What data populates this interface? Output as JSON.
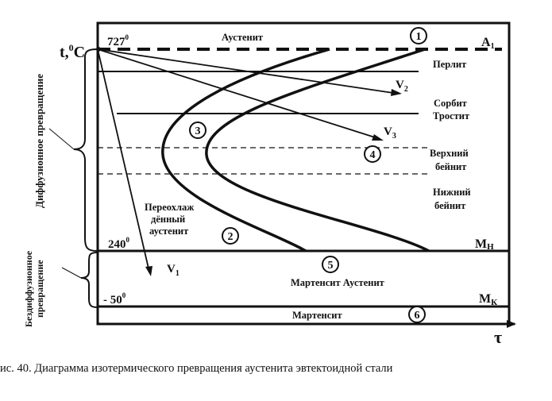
{
  "axis": {
    "y_label": "t,",
    "y_unit_sup": "0",
    "y_unit": "C",
    "x_label": "τ"
  },
  "temps": {
    "t727": "727",
    "t240": "240",
    "tm50": "- 50",
    "deg": "0"
  },
  "lines": {
    "a1": "A",
    "a1_sub": "1",
    "mn": "M",
    "mn_sub": "Н",
    "mk": "M",
    "mk_sub": "К"
  },
  "regions": {
    "austenite": "Аустенит",
    "pearlite": "Перлит",
    "sorbite": "Сорбит",
    "troostite": "Тростит",
    "upper_bainite_1": "Верхний",
    "upper_bainite_2": "бейнит",
    "lower_bainite_1": "Нижний",
    "lower_bainite_2": "бейнит",
    "supercooled_1": "Переохлаж",
    "supercooled_2": "дённый",
    "supercooled_3": "аустенит",
    "martensite_austenite": "Мартенсит Аустенит",
    "martensite": "Мартенсит"
  },
  "rates": {
    "v": "V",
    "v1": "1",
    "v2": "2",
    "v3": "3"
  },
  "markers": [
    "1",
    "2",
    "3",
    "4",
    "5",
    "6"
  ],
  "side_labels": {
    "diffusion": "Диффузионное превращение",
    "diffusionless_1": "Бездиффузионное",
    "diffusionless_2": "превращение"
  },
  "caption": "ис. 40. Диаграмма изотермического превращения аустенита эвтектоидной стали"
}
